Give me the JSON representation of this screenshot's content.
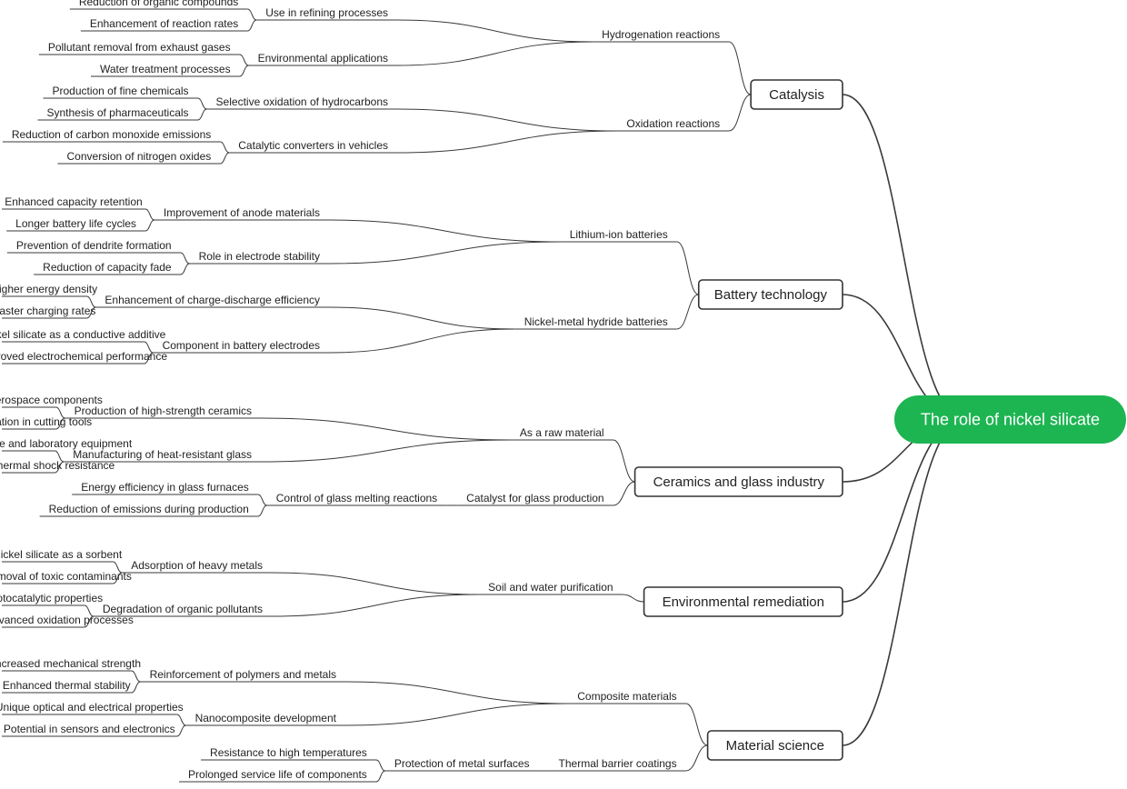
{
  "root": {
    "label": "The role of nickel silicate",
    "color": "#1db552"
  },
  "branches": [
    {
      "label": "Catalysis",
      "children": [
        {
          "label": "Hydrogenation reactions",
          "children": [
            {
              "label": "Use in refining processes",
              "children": [
                "Reduction of organic compounds",
                "Enhancement of reaction rates"
              ]
            },
            {
              "label": "Environmental applications",
              "children": [
                "Pollutant removal from exhaust gases",
                "Water treatment processes"
              ]
            }
          ]
        },
        {
          "label": "Oxidation reactions",
          "children": [
            {
              "label": "Selective oxidation of hydrocarbons",
              "children": [
                "Production of fine chemicals",
                "Synthesis of pharmaceuticals"
              ]
            },
            {
              "label": "Catalytic converters in vehicles",
              "children": [
                "Reduction of carbon monoxide emissions",
                "Conversion of nitrogen oxides"
              ]
            }
          ]
        }
      ]
    },
    {
      "label": "Battery technology",
      "children": [
        {
          "label": "Lithium-ion batteries",
          "children": [
            {
              "label": "Improvement of anode materials",
              "children": [
                "Enhanced capacity retention",
                "Longer battery life cycles"
              ]
            },
            {
              "label": "Role in electrode stability",
              "children": [
                "Prevention of dendrite formation",
                "Reduction of capacity fade"
              ]
            }
          ]
        },
        {
          "label": "Nickel-metal hydride batteries",
          "children": [
            {
              "label": "Enhancement of charge-discharge efficiency",
              "children": [
                "Higher energy density",
                "Faster charging rates"
              ]
            },
            {
              "label": "Component in battery electrodes",
              "children": [
                "Nickel silicate as a conductive additive",
                "Improved electrochemical performance"
              ]
            }
          ]
        }
      ]
    },
    {
      "label": "Ceramics and glass industry",
      "children": [
        {
          "label": "As a raw material",
          "children": [
            {
              "label": "Production of high-strength ceramics",
              "children": [
                "Use in aerospace components",
                "Application in cutting tools"
              ]
            },
            {
              "label": "Manufacturing of heat-resistant glass",
              "children": [
                "Use in cookware and laboratory equipment",
                "Enhanced thermal shock resistance"
              ]
            }
          ]
        },
        {
          "label": "Catalyst for glass production",
          "children": [
            {
              "label": "Control of glass melting reactions",
              "children": [
                "Energy efficiency in glass furnaces",
                "Reduction of emissions during production"
              ]
            }
          ]
        }
      ]
    },
    {
      "label": "Environmental remediation",
      "children": [
        {
          "label": "Soil and water purification",
          "children": [
            {
              "label": "Adsorption of heavy metals",
              "children": [
                "Nickel silicate as a sorbent",
                "Removal of toxic contaminants"
              ]
            },
            {
              "label": "Degradation of organic pollutants",
              "children": [
                "Photocatalytic properties",
                "Use in advanced oxidation processes"
              ]
            }
          ]
        }
      ]
    },
    {
      "label": "Material science",
      "children": [
        {
          "label": "Composite materials",
          "children": [
            {
              "label": "Reinforcement of polymers and metals",
              "children": [
                "Increased mechanical strength",
                "Enhanced thermal stability"
              ]
            },
            {
              "label": "Nanocomposite development",
              "children": [
                "Unique optical and electrical properties",
                "Potential in sensors and electronics"
              ]
            }
          ]
        },
        {
          "label": "Thermal barrier coatings",
          "children": [
            {
              "label": "Protection of metal surfaces",
              "children": [
                "Resistance to high temperatures",
                "Prolonged service life of components"
              ]
            }
          ]
        }
      ]
    }
  ]
}
